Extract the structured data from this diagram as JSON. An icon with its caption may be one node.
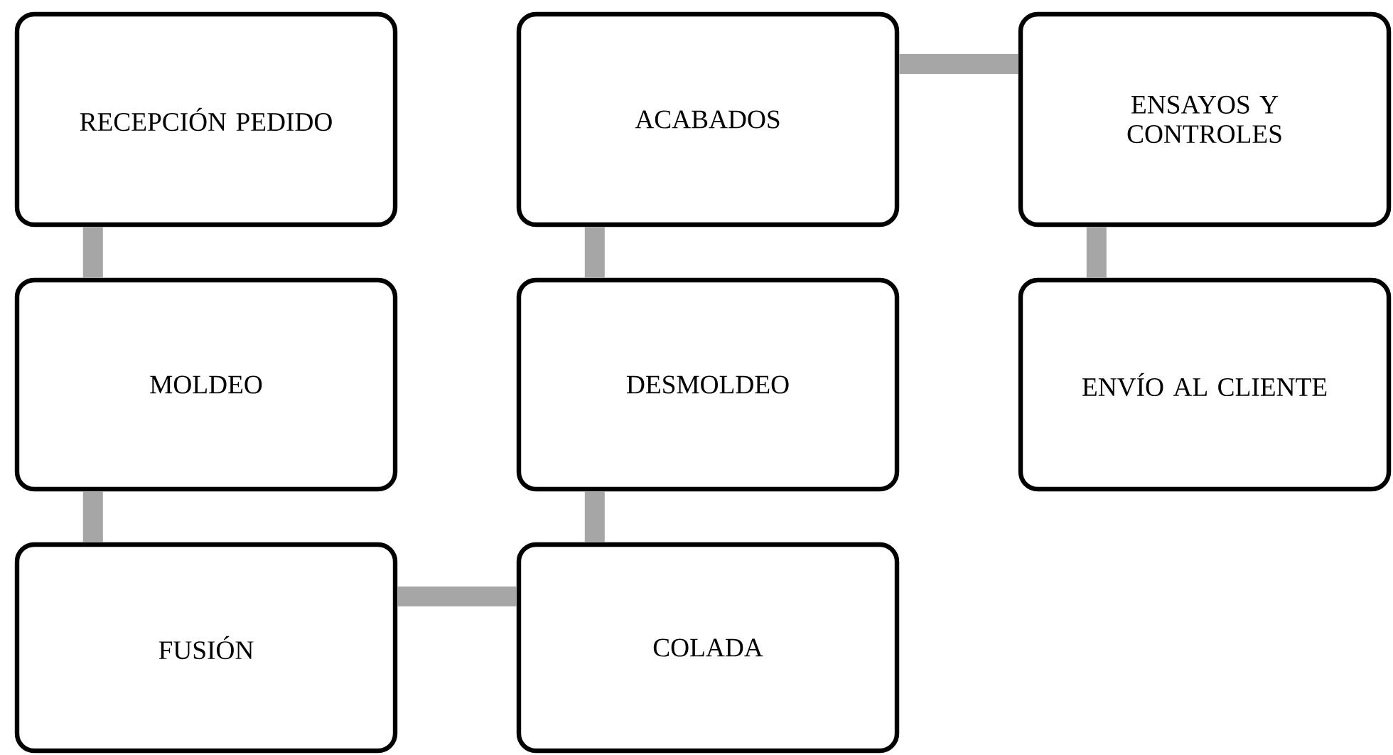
{
  "diagram": {
    "nodes": [
      {
        "text": [
          "RECEPCIÓN PEDIDO"
        ]
      },
      {
        "text": [
          "MOLDEO"
        ]
      },
      {
        "text": [
          "FUSIÓN"
        ]
      },
      {
        "text": [
          "COLADA"
        ]
      },
      {
        "text": [
          "DESMOLDEO"
        ]
      },
      {
        "text": [
          "ACABADOS"
        ]
      },
      {
        "text": [
          "ENSAYOS Y CONTROLES"
        ]
      },
      {
        "text": [
          "ENVÍO AL CLIENTE"
        ]
      }
    ],
    "edges": [
      {
        "from": 0,
        "to": 1,
        "arrow": "none"
      },
      {
        "from": 1,
        "to": 2,
        "arrow": "none"
      },
      {
        "from": 2,
        "to": 3,
        "arrow": "none"
      },
      {
        "from": 3,
        "to": 4,
        "arrow": "none"
      },
      {
        "from": 4,
        "to": 5,
        "arrow": "none"
      },
      {
        "from": 5,
        "to": 6,
        "arrow": "none"
      },
      {
        "from": 6,
        "to": 7,
        "arrow": "none"
      }
    ]
  }
}
